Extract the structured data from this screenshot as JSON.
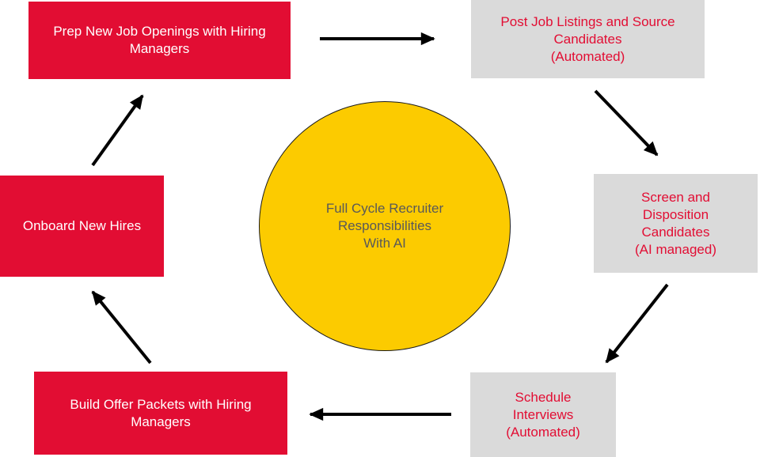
{
  "colors": {
    "red": "#e20d33",
    "gray": "#dadada",
    "yellow": "#fccb00",
    "circle-text": "#595959",
    "arrow": "#000000",
    "white-text": "#ffffff"
  },
  "diagram": {
    "center": {
      "label": "Full Cycle Recruiter\nResponsibilities\nWith AI"
    },
    "steps": [
      {
        "id": "prep",
        "label": "Prep New Job Openings with Hiring\nManagers",
        "style": "red"
      },
      {
        "id": "post",
        "label": "Post Job Listings and Source\nCandidates\n(Automated)",
        "style": "gray"
      },
      {
        "id": "screen",
        "label": "Screen and\nDisposition\nCandidates\n(AI managed)",
        "style": "gray"
      },
      {
        "id": "schedule",
        "label": "Schedule\nInterviews\n(Automated)",
        "style": "gray"
      },
      {
        "id": "build",
        "label": "Build Offer Packets with Hiring\nManagers",
        "style": "red"
      },
      {
        "id": "onboard",
        "label": "Onboard New Hires",
        "style": "red"
      }
    ]
  }
}
